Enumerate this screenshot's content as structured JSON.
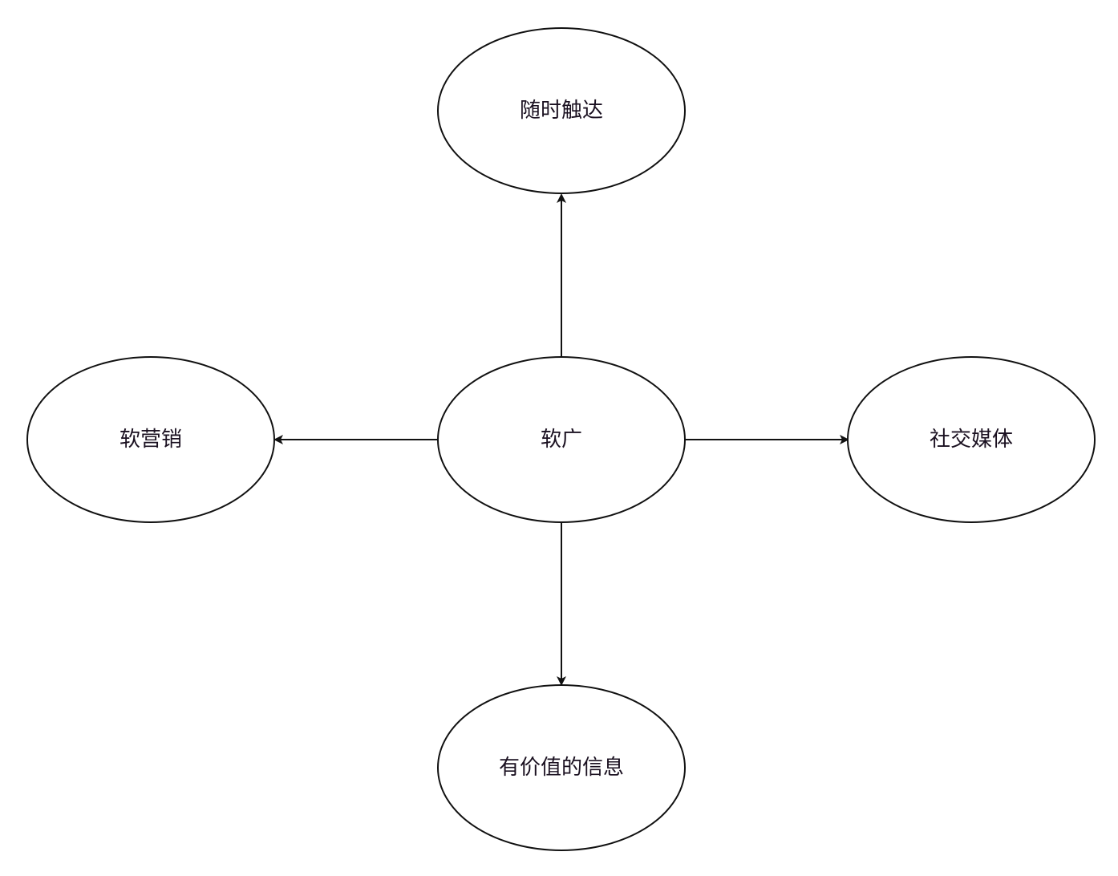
{
  "diagram": {
    "center": {
      "label": "软广"
    },
    "top": {
      "label": "随时触达"
    },
    "left": {
      "label": "软营销"
    },
    "right": {
      "label": "社交媒体"
    },
    "bottom": {
      "label": "有价值的信息"
    }
  }
}
